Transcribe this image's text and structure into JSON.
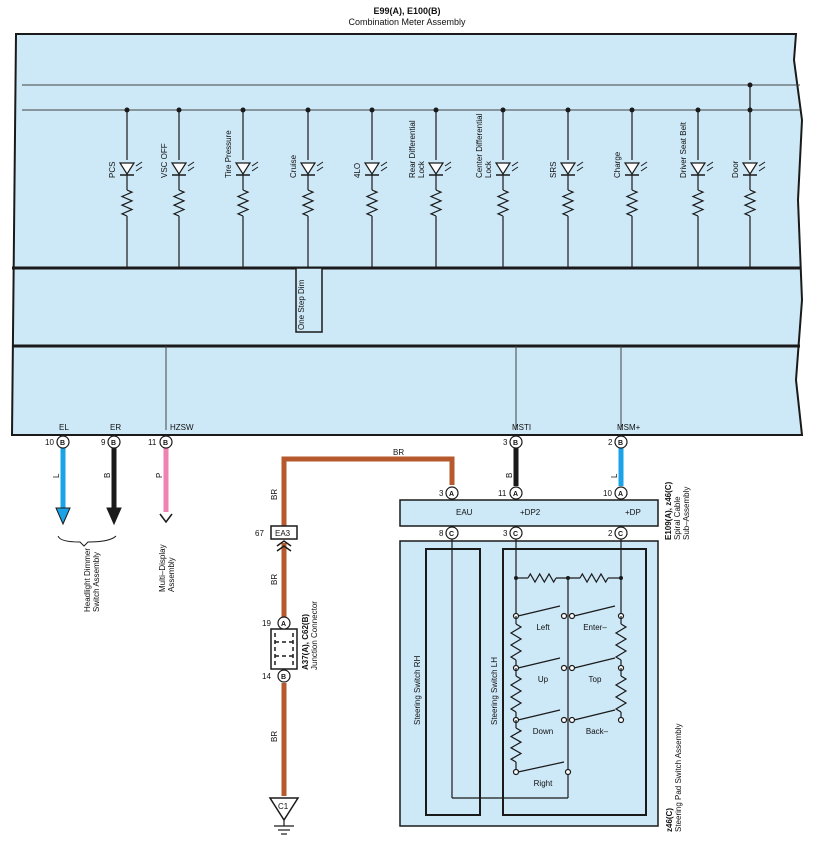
{
  "header": {
    "connector_codes": "E99(A), E100(B)",
    "assembly": "Combination Meter Assembly"
  },
  "indicators": [
    {
      "id": "pcs",
      "label": "PCS"
    },
    {
      "id": "vsc-off",
      "label": "VSC OFF"
    },
    {
      "id": "tire-pressure",
      "label": "Tire Pressure"
    },
    {
      "id": "cruise",
      "label": "Cruise"
    },
    {
      "id": "4lo",
      "label": "4LO"
    },
    {
      "id": "rear-diff",
      "label": "Rear Differential Lock"
    },
    {
      "id": "center-diff",
      "label": "Center Differential Lock"
    },
    {
      "id": "srs",
      "label": "SRS"
    },
    {
      "id": "charge",
      "label": "Charge"
    },
    {
      "id": "driver-seat-belt",
      "label": "Driver Seat Belt"
    },
    {
      "id": "door",
      "label": "Door"
    }
  ],
  "one_step_dim": "One Step Dim",
  "meter_terminals": [
    {
      "id": "el",
      "name": "EL",
      "pin": "10",
      "conn": "B",
      "wire": "L",
      "color": "#1aa3e6"
    },
    {
      "id": "er",
      "name": "ER",
      "pin": "9",
      "conn": "B",
      "wire": "B",
      "color": "#1a1a1a"
    },
    {
      "id": "hzsw",
      "name": "HZSW",
      "pin": "11",
      "conn": "B",
      "wire": "P",
      "color": "#ef82b0"
    },
    {
      "id": "msti",
      "name": "MSTI",
      "pin": "3",
      "conn": "B",
      "wire": "B",
      "color": "#1a1a1a"
    },
    {
      "id": "msm",
      "name": "MSM+",
      "pin": "2",
      "conn": "B",
      "wire": "L",
      "color": "#1aa3e6"
    }
  ],
  "destinations": {
    "headlight": "Headlight Dimmer Switch Assembly",
    "multi_display": "Multi–Display Assembly"
  },
  "spiral": {
    "codes": "E109(A), z46(C)",
    "name": "Spiral Cable Sub–Assembly",
    "top_pins": [
      {
        "pin": "3",
        "conn": "A"
      },
      {
        "pin": "11",
        "conn": "A"
      },
      {
        "pin": "10",
        "conn": "A"
      }
    ],
    "bottom_pins": [
      {
        "pin": "8",
        "conn": "C"
      },
      {
        "pin": "3",
        "conn": "C"
      },
      {
        "pin": "2",
        "conn": "C"
      }
    ],
    "terminals": [
      "EAU",
      "+DP2",
      "+DP"
    ]
  },
  "wiring": {
    "br": "BR",
    "ea3_pin": "67",
    "ea3_label": "EA3",
    "jc_pin_top": "19",
    "jc_conn_top": "A",
    "jc_pin_bottom": "14",
    "jc_conn_bottom": "B",
    "jc_codes": "A37(A), C62(B)",
    "jc_name": "Junction Connector",
    "ground": "C1"
  },
  "steering_pad": {
    "code": "z46(C)",
    "name": "Steering Pad Switch Assembly",
    "rh": "Steering Switch RH",
    "lh": "Steering Switch LH",
    "switches": [
      "Left",
      "Enter–",
      "Up",
      "Top",
      "Down",
      "Back–",
      "Right"
    ]
  },
  "colors": {
    "panel": "#cde8f7",
    "br_wire": "#b65a2e"
  }
}
